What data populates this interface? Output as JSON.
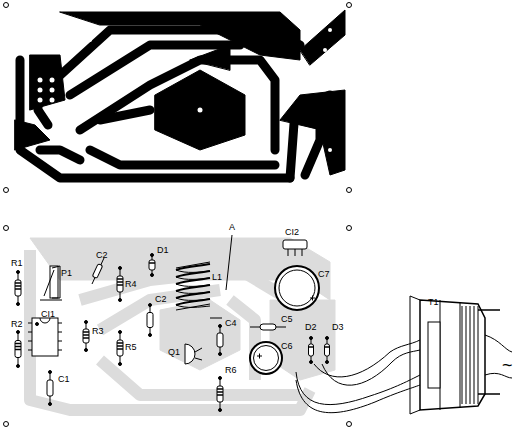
{
  "diagram": {
    "labels": [
      "R1",
      "P1",
      "C2",
      "D1",
      "R4",
      "L1",
      "A",
      "CI2",
      "C7",
      "R2",
      "CI1",
      "R3",
      "C2",
      "R5",
      "C4",
      "C5",
      "Q1",
      "C6",
      "D2",
      "D3",
      "C1",
      "R6",
      "T1",
      "~"
    ]
  }
}
